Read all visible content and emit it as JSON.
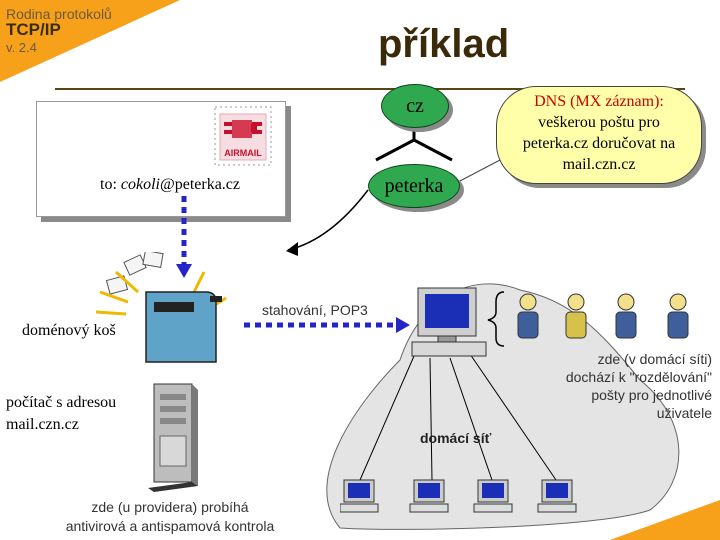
{
  "header": {
    "series": "Rodina protokolů",
    "topic": "TCP/IP",
    "version": "v. 2.4"
  },
  "title": "příklad",
  "envelope": {
    "stamp_text": "AIRMAIL",
    "to_prefix": "to: ",
    "to_user": "cokoli",
    "to_domain": "@peterka.cz"
  },
  "dns_tree": {
    "top": "cz",
    "child": "peterka"
  },
  "callout": {
    "line1": "DNS (MX záznam):",
    "line2": "veškerou poštu pro",
    "line3": "peterka.cz doručovat na",
    "line4": "mail.czn.cz"
  },
  "labels": {
    "domain_bin": "doménový koš",
    "download": "stahování, POP3",
    "server_line1": "počítač s adresou",
    "server_line2": "mail.czn.cz",
    "home_net": "domácí síť",
    "dist_line1": "zde (v domácí síti)",
    "dist_line2": "dochází k \"rozdělování\"",
    "dist_line3": "pošty pro jednotlivé",
    "dist_line4": "uživatele",
    "provider_line1": "zde (u providera) probíhá",
    "provider_line2": "antivirová a antispamová kontrola"
  },
  "colors": {
    "accent_orange": "#f7a11a",
    "pill_green": "#2fa84f",
    "callout_yellow": "#ffffaa",
    "callout_red": "#cc0000",
    "arrow_blue": "#2424c8",
    "network_gray": "#e4e4e4"
  }
}
